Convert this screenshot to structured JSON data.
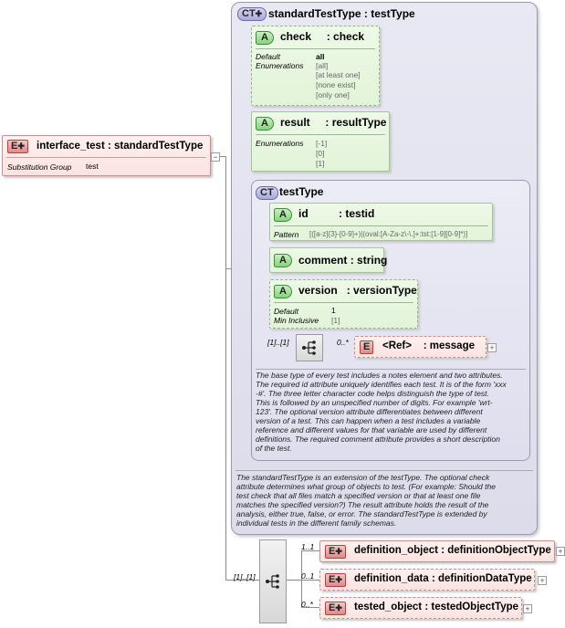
{
  "root": {
    "badge": "E",
    "name": "interface_test",
    "type": "standardTestType",
    "subst_label": "Substitution Group",
    "subst_value": "test"
  },
  "standard_ct": {
    "badge": "CT",
    "name": "standardTestType",
    "base": "testType",
    "doc": [
      "The standardTestType is an extension of the testType.  The optional check",
      "attribute determines what group of objects to test.  (For example: Should the",
      "test check that all files match a specified version or that at least one file",
      "matches the specified version?)  The result attribute  holds the result of the",
      "analysis, either true, false, or error.  The standardTestType is extended by",
      "individual tests in the different family schemas."
    ]
  },
  "attr_check": {
    "badge": "A",
    "name": "check",
    "type": ": check",
    "default_label": "Default",
    "default_value": "all",
    "enum_label": "Enumerations",
    "enums": [
      "[all]",
      "[at least one]",
      "[none exist]",
      "[only one]"
    ]
  },
  "attr_result": {
    "badge": "A",
    "name": "result",
    "type": ": resultType",
    "enum_label": "Enumerations",
    "enums": [
      "[-1]",
      "[0]",
      "[1]"
    ]
  },
  "test_ct": {
    "badge": "CT",
    "name": "testType",
    "doc": [
      "The base type of every test includes a notes element and two attributes.",
      "The required id attribute uniquely identifies each test.  It is of the form 'xxx",
      "-#'.  The three letter character code helps distinguish the type of test.",
      "This is followed by an unspecified number of digits.  For example 'wrt-",
      "123'.  The optional version attribute differentiates between different",
      "version of a test.  This can happen when a test includes a variable",
      "reference and different values for that variable are used by different",
      "definitions.  The required comment attribute provides a short description",
      "of the test."
    ]
  },
  "attr_id": {
    "badge": "A",
    "name": "id",
    "type": ": testid",
    "pattern_label": "Pattern",
    "pattern_value": "[([a-z]{3}-[0-9]+)|(oval:[A-Za-z\\-\\.]+:tst:[1-9][0-9]*)]"
  },
  "attr_comment": {
    "badge": "A",
    "name": "comment",
    "type": ": string"
  },
  "attr_version": {
    "badge": "A",
    "name": "version",
    "type": ": versionType",
    "default_label": "Default",
    "default_value": "1",
    "min_label": "Min Inclusive",
    "min_value": "[1]"
  },
  "inner_seq": {
    "card": "[1]..[1]"
  },
  "ref_message": {
    "badge": "E",
    "name": "<Ref>",
    "type": ": message",
    "card": "0..*",
    "plus": "+"
  },
  "outer_seq": {
    "card": "[1]..[1]"
  },
  "children": [
    {
      "badge": "E",
      "name": "definition_object",
      "type": ": definitionObjectType",
      "card": "1..1",
      "plus": "+"
    },
    {
      "badge": "E",
      "name": "definition_data",
      "type": ": definitionDataType",
      "card": "0..1",
      "plus": "+"
    },
    {
      "badge": "E",
      "name": "tested_object",
      "type": ": testedObjectType",
      "card": "0..*",
      "plus": "+"
    }
  ],
  "colors": {
    "ct_bg": "#dcdcea",
    "attr_bg": "#e2f4d8",
    "elem_bg": "#fbe3e0"
  },
  "icons": {
    "sequence": "sequence-icon",
    "expand": "plus-icon",
    "collapse": "minus-icon"
  }
}
